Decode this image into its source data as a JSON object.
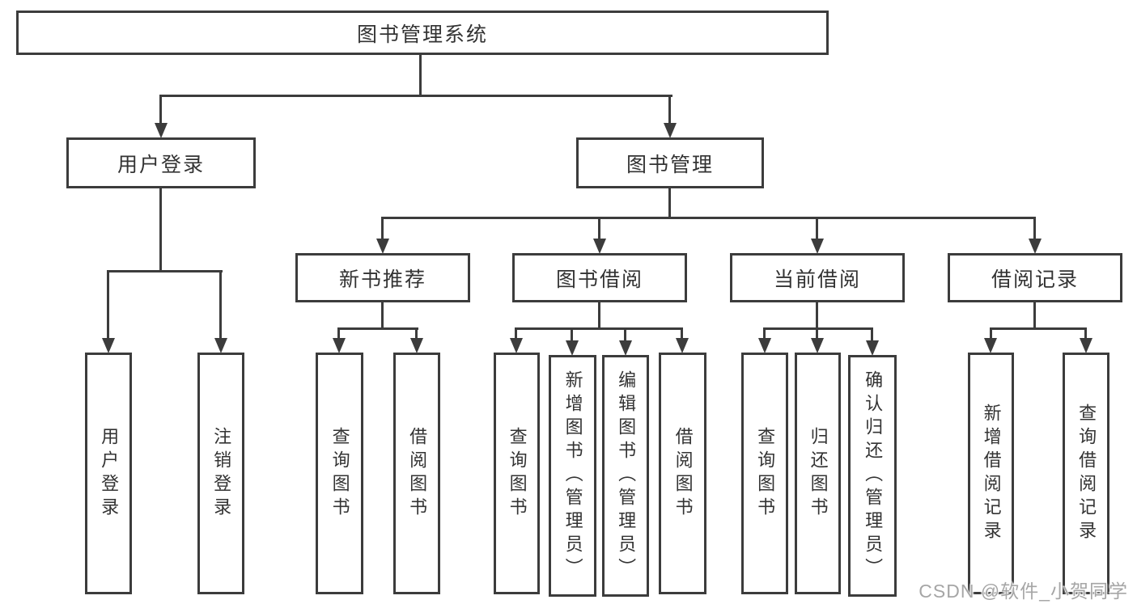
{
  "colors": {
    "page-bg": "#ffffff",
    "box-bg": "#ffffff",
    "line": "#3c3c3c",
    "text": "#333333",
    "watermark": "#a6a6a6"
  },
  "watermark": {
    "text": "CSDN @软件_小贺同学"
  },
  "nodes": {
    "root": {
      "label": "图书管理系统"
    },
    "user_login": {
      "label": "用户登录"
    },
    "book_mgmt": {
      "label": "图书管理"
    },
    "new_book_rec": {
      "label": "新书推荐"
    },
    "book_borrow": {
      "label": "图书借阅"
    },
    "current_borrow": {
      "label": "当前借阅"
    },
    "borrow_records": {
      "label": "借阅记录"
    },
    "leaves": {
      "user_login": {
        "label": "用户登录"
      },
      "logout": {
        "label": "注销登录"
      },
      "rec_query_book": {
        "label": "查询图书"
      },
      "rec_borrow_book": {
        "label": "借阅图书"
      },
      "bb_query_book": {
        "label": "查询图书"
      },
      "bb_add_book": {
        "label": "新增图书（管理员）"
      },
      "bb_edit_book": {
        "label": "编辑图书（管理员）"
      },
      "bb_borrow_book": {
        "label": "借阅图书"
      },
      "cb_query_book": {
        "label": "查询图书"
      },
      "cb_return_book": {
        "label": "归还图书"
      },
      "cb_confirm_return": {
        "label": "确认归还（管理员）"
      },
      "br_add_record": {
        "label": "新增借阅记录"
      },
      "br_query_record": {
        "label": "查询借阅记录"
      }
    }
  }
}
